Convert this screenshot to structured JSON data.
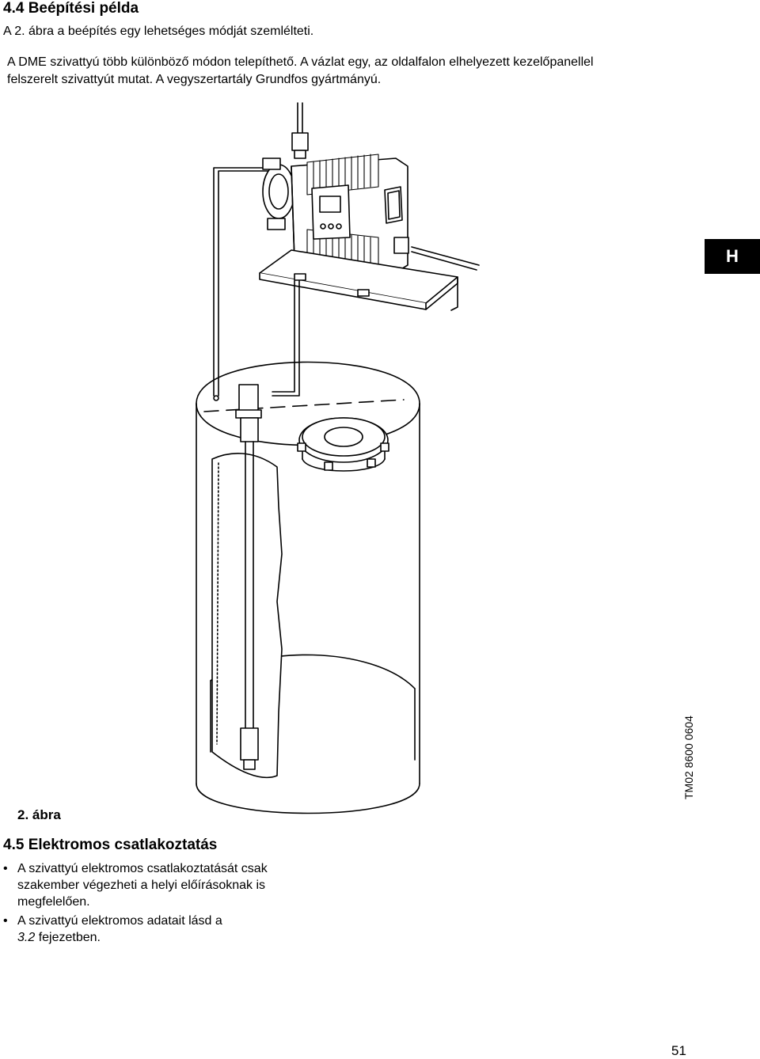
{
  "section_44": {
    "heading": "4.4 Beépítési példa",
    "intro": "A 2. ábra a beépítés egy lehetséges módját szemlélteti.",
    "para_line1": "A DME szivattyú több különböző módon telepíthető. A vázlat egy, az oldalfalon elhelyezett kezelőpanellel",
    "para_line2": "felszerelt szivattyút mutat. A vegyszertartály Grundfos gyártmányú."
  },
  "side_tab": {
    "label": "H"
  },
  "figure": {
    "code": "TM02 8600 0604",
    "caption": "2. ábra"
  },
  "section_45": {
    "heading": "4.5 Elektromos csatlakoztatás",
    "bullets": [
      {
        "lines": [
          "A szivattyú elektromos csatlakoztatását csak",
          "szakember végezheti a helyi előírásoknak is",
          "megfelelően."
        ]
      },
      {
        "line1": "A szivattyú elektromos adatait lásd a",
        "ref": "3.2",
        "after": " fejezetben."
      }
    ]
  },
  "page_number": "51"
}
